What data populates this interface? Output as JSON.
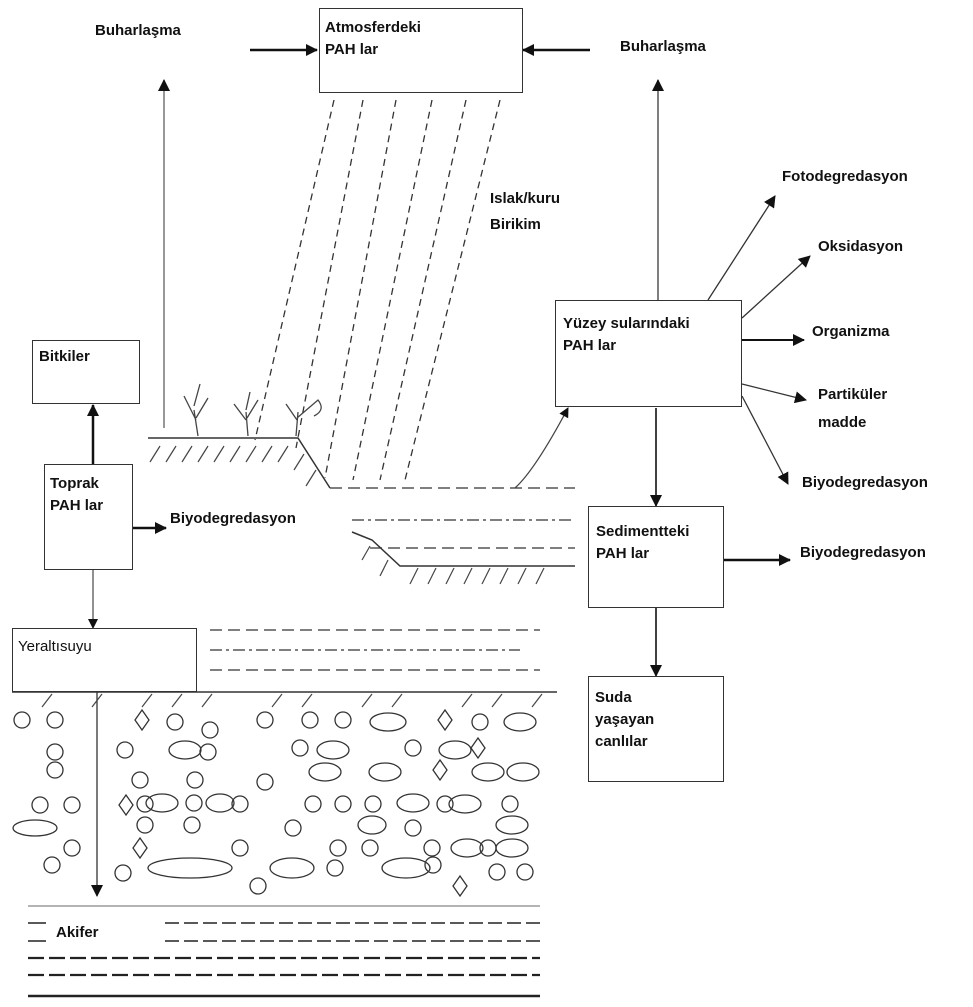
{
  "boxes": {
    "atmosphere": {
      "line1": "Atmosferdeki",
      "line2": "PAH lar"
    },
    "surface_water": {
      "line1": "Yüzey sularındaki",
      "line2": "PAH lar"
    },
    "plants": {
      "line1": "Bitkiler"
    },
    "soil": {
      "line1": "Toprak",
      "line2": "PAH lar"
    },
    "groundwater": {
      "line1": "Yeraltısuyu"
    },
    "sediment": {
      "line1": "Sedimentteki",
      "line2": "PAH lar"
    },
    "aquatic": {
      "line1": "Suda",
      "line2": "yaşayan",
      "line3": "canlılar"
    }
  },
  "labels": {
    "evap_left": "Buharlaşma",
    "evap_right": "Buharlaşma",
    "deposition_1": "Islak/kuru",
    "deposition_2": "Birikim",
    "photodeg": "Fotodegredasyon",
    "oxidation": "Oksidasyon",
    "organism": "Organizma",
    "particulate_1": "Partiküler",
    "particulate_2": "madde",
    "biodeg_water": "Biyodegredasyon",
    "biodeg_soil": "Biyodegredasyon",
    "biodeg_sediment": "Biyodegredasyon",
    "aquifer": "Akifer"
  }
}
